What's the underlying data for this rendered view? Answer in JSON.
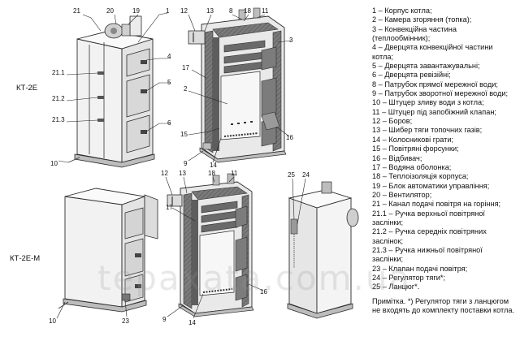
{
  "models": {
    "top": "КТ-2Е",
    "bottom": "КТ-2Е-М"
  },
  "callouts": {
    "c1": "1",
    "c3": "3",
    "c4": "4",
    "c5": "5",
    "c6": "6",
    "c2": "2",
    "c8": "8",
    "c9": "9",
    "c10": "10",
    "c11": "11",
    "c12": "12",
    "c13": "13",
    "c14": "14",
    "c15": "15",
    "c16": "16",
    "c17": "17",
    "c18": "18",
    "c19": "19",
    "c20": "20",
    "c21": "21",
    "c21_1": "21.1",
    "c21_2": "21.2",
    "c21_3": "21.3",
    "c23": "23",
    "c24": "24",
    "c25": "25"
  },
  "legend": [
    "1 – Корпус котла;",
    "2 – Камера згоряння (топка);",
    "3 – Конвекційна частина",
    "(теплообмінник);",
    "4 – Дверцята конвекційної частини",
    "котла;",
    "5 – Дверцята завантажувальні;",
    "6 – Дверцята ревізійні;",
    "8 – Патрубок прямої мережної води;",
    "9 – Патрубок зворотної мережної води;",
    "10 – Штуцер зливу води з котла;",
    "11 – Штуцер під запобіжний клапан;",
    "12 – Боров;",
    "13 – Шибер тяги топочних газів;",
    "14 – Колосникові грати;",
    "15 – Повітряні форсунки;",
    "16 – Відбивач;",
    "17 – Водяна оболонка;",
    "18 – Теплоізоляція корпуса;",
    "19 – Блок автоматики управління;",
    "20 – Вентилятор;",
    "21 – Канал подачі повітря на горіння;",
    "21.1 – Ручка верхньої повітряної",
    "заслінки;",
    "21.2 – Ручка середніх повітряних",
    "заслінок;",
    "21.3 – Ручка нижньої повітряної",
    "заслінки;",
    "23 – Клапан подачі повітря;",
    "24 – Регулятор тяги*;",
    "25 – Ланцюг*."
  ],
  "note": "Примітка. *) Регулятор тяги з ланцюгом не входять до комплекту поставки котла.",
  "watermark": "tepaxata.com.ua",
  "colors": {
    "body_fill": "#f2f2f2",
    "body_shade": "#d9d9d9",
    "insulation": "#6e6e6e",
    "insulation_dark": "#4a4a4a",
    "cutaway_light": "#e6e6e6",
    "outline": "#2b2b2b"
  }
}
